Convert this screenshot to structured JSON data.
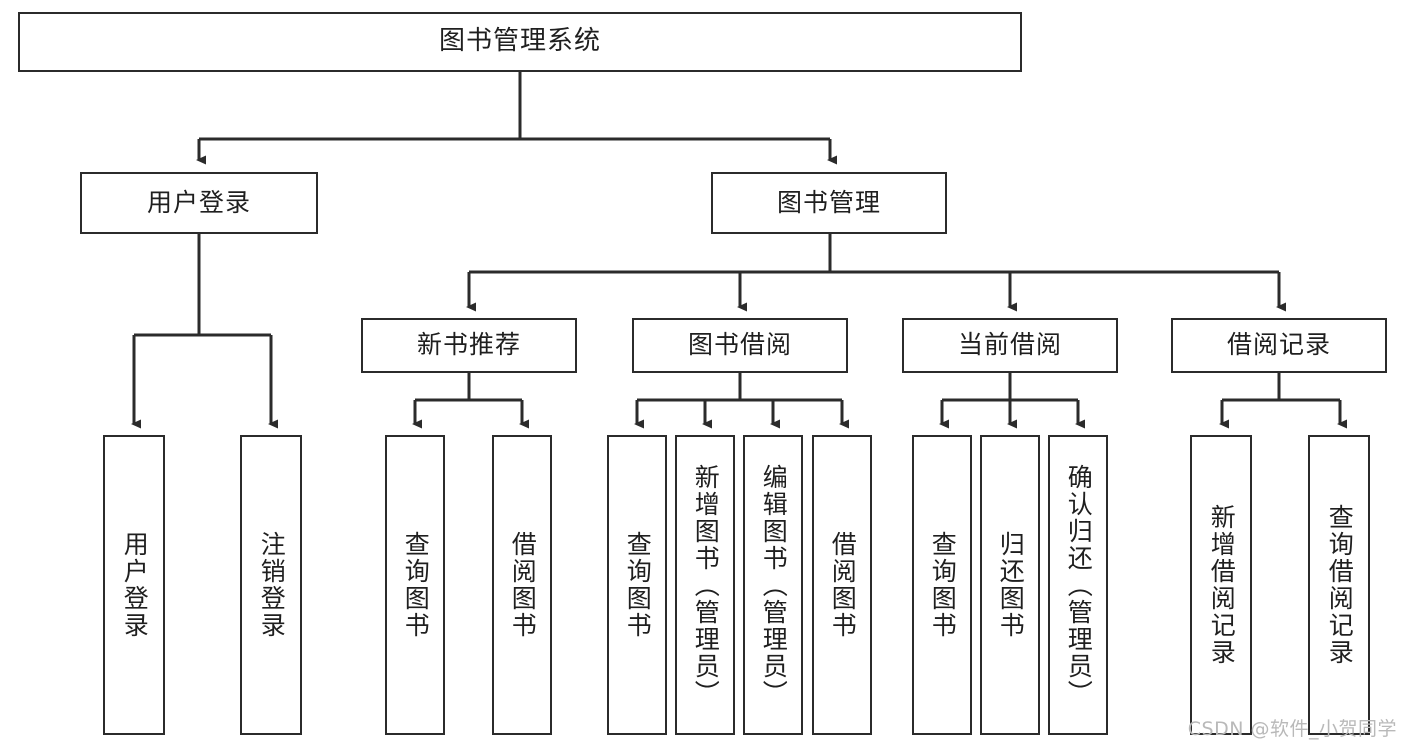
{
  "diagram": {
    "title": "图书管理系统",
    "type": "hierarchy-tree",
    "background_color": "#ffffff",
    "box_border_color": "#2b2b2b",
    "text_color": "#1f1f1f",
    "connector_color": "#2b2b2b"
  },
  "nodes": {
    "root": {
      "label": "图书管理系统"
    },
    "level2": [
      {
        "label": "用户登录"
      },
      {
        "label": "图书管理"
      }
    ],
    "level3": [
      {
        "label": "新书推荐"
      },
      {
        "label": "图书借阅"
      },
      {
        "label": "当前借阅"
      },
      {
        "label": "借阅记录"
      }
    ],
    "leaves": [
      {
        "label": "用户登录"
      },
      {
        "label": "注销登录"
      },
      {
        "label": "查询图书"
      },
      {
        "label": "借阅图书"
      },
      {
        "label": "查询图书"
      },
      {
        "label": "新增图书（管理员）"
      },
      {
        "label": "编辑图书（管理员）"
      },
      {
        "label": "借阅图书"
      },
      {
        "label": "查询图书"
      },
      {
        "label": "归还图书"
      },
      {
        "label": "确认归还（管理员）"
      },
      {
        "label": "新增借阅记录"
      },
      {
        "label": "查询借阅记录"
      }
    ]
  },
  "watermark": {
    "text": "CSDN @软件_小贺同学"
  }
}
